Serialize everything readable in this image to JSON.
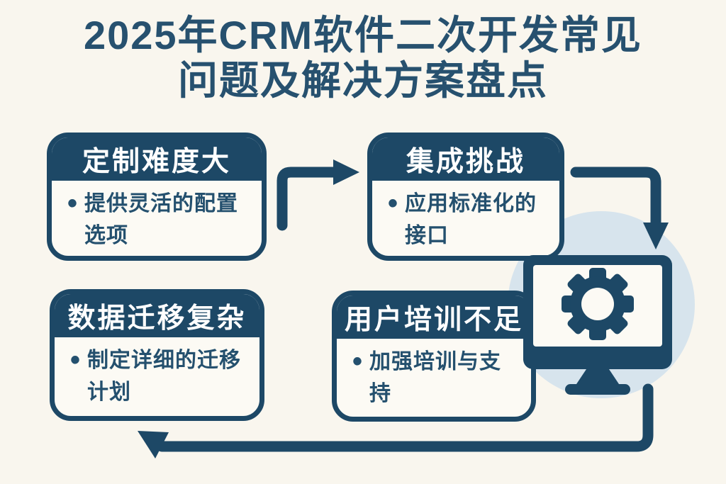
{
  "page": {
    "title": "2025年CRM软件二次开发常见\n问题及解决方案盘点"
  },
  "ui": {
    "bullet_glyph": "•"
  },
  "cards": [
    {
      "header": "定制难度大",
      "solution": "提供灵活的配置\n选项"
    },
    {
      "header": "集成挑战",
      "solution": "应用标准化的\n接口"
    },
    {
      "header": "数据迁移复杂",
      "solution": "制定详细的迁移\n计划"
    },
    {
      "header": "用户培训不足",
      "solution": "加强培训与支\n持"
    }
  ],
  "icons": {
    "monitor": "monitor-with-gear-icon",
    "gear": "gear-icon",
    "arrows": [
      "flow-arrow-right-icon",
      "flow-arrow-down-icon",
      "flow-arrow-left-icon"
    ],
    "bullet": "bullet-dot-icon"
  },
  "colors": {
    "navy": "#1d4866",
    "title_navy": "#27516f",
    "background": "#f9f6ee",
    "card_background": "#fcfaf4",
    "accent_circle": "#d7e4ed",
    "header_text": "#ffffff"
  }
}
